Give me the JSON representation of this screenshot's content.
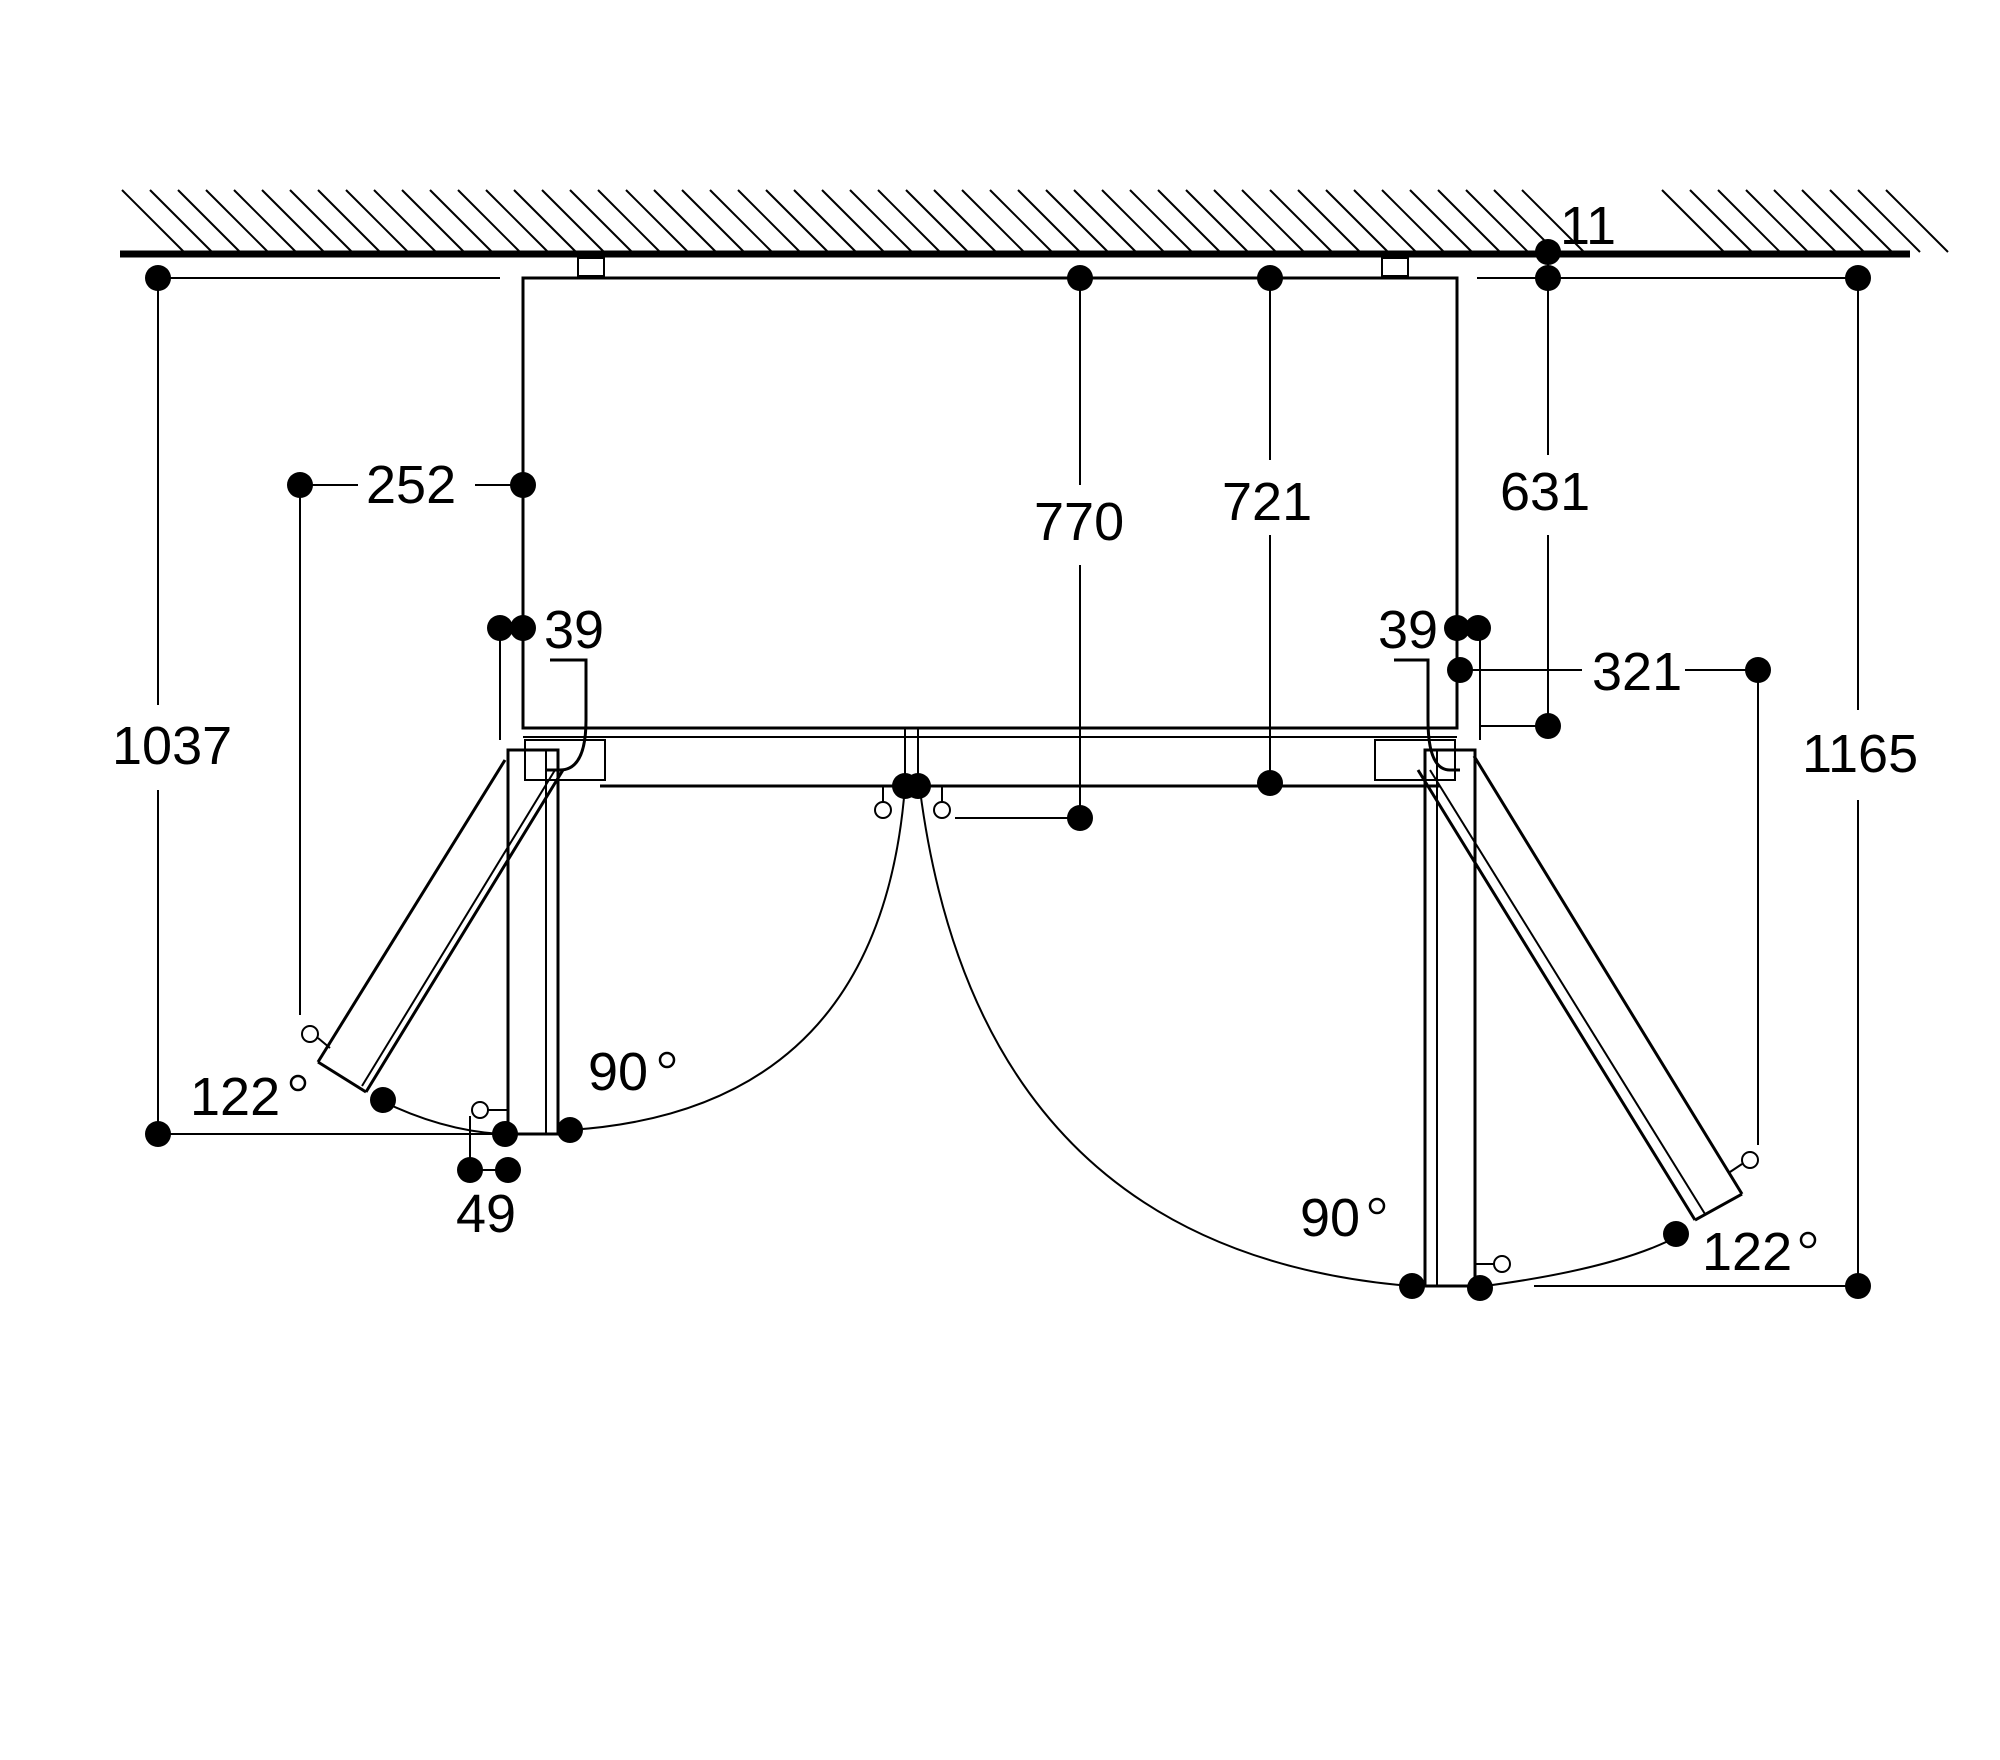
{
  "dimensions": {
    "wall_gap": "11",
    "depth_overall_left": "1037",
    "depth_overall_right": "1165",
    "left_door_offset": "252",
    "handle_depth_left": "39",
    "handle_depth_right": "39",
    "depth_770": "770",
    "depth_721": "721",
    "depth_631": "631",
    "right_door_offset": "321",
    "hinge_offset": "49"
  },
  "angles": {
    "left_90": "90",
    "left_122": "122",
    "right_90": "90",
    "right_122": "122"
  }
}
